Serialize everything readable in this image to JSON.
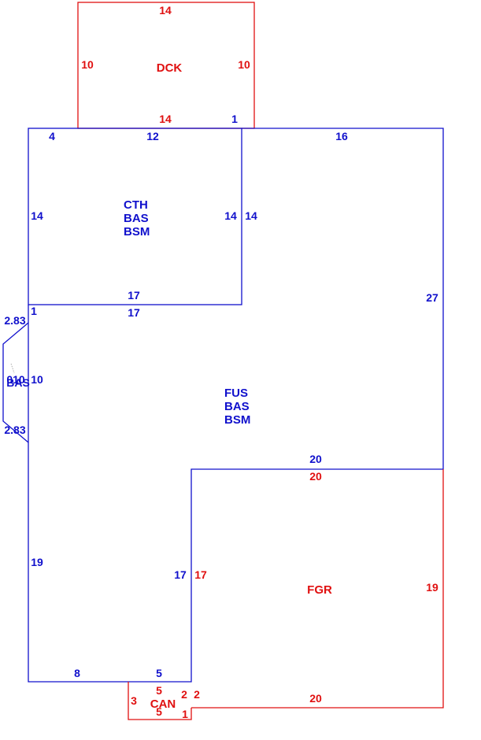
{
  "colors": {
    "main": "#1010cc",
    "aux": "#e01010"
  },
  "areas": {
    "dck": {
      "name": "DCK",
      "dims": {
        "top": "14",
        "left": "10",
        "right": "10",
        "bottom": "14",
        "corner": "1"
      }
    },
    "cth": {
      "lines": [
        "CTH",
        "BAS",
        "BSM"
      ],
      "dims": {
        "top_left": "4",
        "top": "12",
        "left": "14",
        "right": "14",
        "right_out": "14",
        "bottom": "17"
      }
    },
    "fus": {
      "lines": [
        "FUS",
        "BAS",
        "BSM"
      ],
      "dims": {
        "top": "16",
        "right": "27",
        "under_cth": "17",
        "corner": "1",
        "left": "19",
        "bottom_left": "8",
        "bottom_step": "5",
        "step_side": "17",
        "garage_side": "20"
      }
    },
    "bay": {
      "name": "BAS",
      "overlay": "010",
      "dims": {
        "upper": "2.83",
        "face": "10",
        "lower": "2.83"
      }
    },
    "fgr": {
      "name": "FGR",
      "dims": {
        "top": "20",
        "left": "17",
        "right": "19",
        "bottom": "20"
      }
    },
    "can": {
      "name": "CAN",
      "dims": {
        "top": "5",
        "left": "3",
        "right_in": "2",
        "right_out": "2",
        "bottom": "5",
        "corner": "1"
      }
    }
  }
}
